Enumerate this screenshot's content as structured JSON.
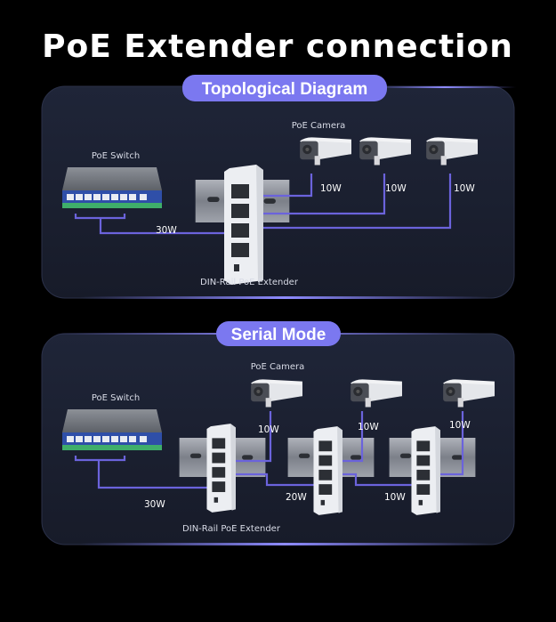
{
  "title": "PoE Extender connection",
  "colors": {
    "accent": "#7b78f0",
    "panel": "#1b2132",
    "cable": "#6b63dc",
    "background": "#000000"
  },
  "topological": {
    "heading": "Topological Diagram",
    "switch_label": "PoE Switch",
    "camera_label": "PoE Camera",
    "extender_label": "DIN-Rail PoE Extender",
    "input_power": "30W",
    "camera_power": [
      "10W",
      "10W",
      "10W"
    ]
  },
  "serial": {
    "heading": "Serial Mode",
    "switch_label": "PoE Switch",
    "camera_label": "PoE Camera",
    "extender_label": "DIN-Rail PoE Extender",
    "input_power": "30W",
    "link_power": [
      "20W",
      "10W"
    ],
    "camera_power": [
      "10W",
      "10W",
      "10W"
    ]
  }
}
